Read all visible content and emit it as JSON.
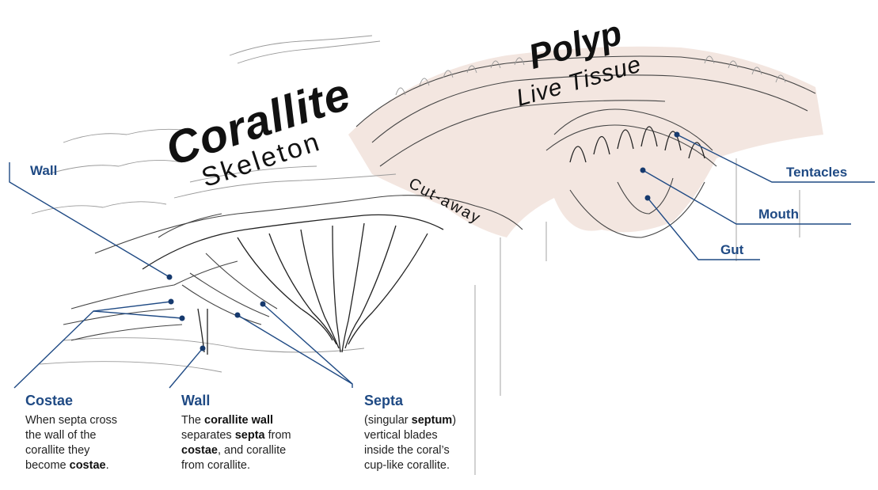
{
  "labels": {
    "corallite": "Corallite",
    "skeleton": "Skeleton",
    "polyp": "Polyp",
    "live_tissue": "Live Tissue",
    "cut_away": "Cut-away"
  },
  "callouts": {
    "wall_top": "Wall",
    "tentacles": "Tentacles",
    "mouth": "Mouth",
    "gut": "Gut"
  },
  "descriptions": {
    "costae": {
      "title": "Costae",
      "lines": [
        "When septa cross",
        "the wall of the",
        "corallite they",
        "become ",
        "costae",
        "."
      ]
    },
    "wall": {
      "title": "Wall",
      "lines": [
        "The ",
        "corallite wall",
        "separates ",
        "septa",
        " from",
        "costae",
        ", and corallite",
        "from corallite."
      ]
    },
    "septa": {
      "title": "Septa",
      "lines": [
        "(singular ",
        "septum",
        ")",
        "vertical blades",
        "inside the coral’s",
        "cup-like corallite."
      ]
    }
  },
  "colors": {
    "leader": "#1f4a84",
    "label_blue": "#1f4a84",
    "polyp_tint": "#f3e6e0"
  }
}
